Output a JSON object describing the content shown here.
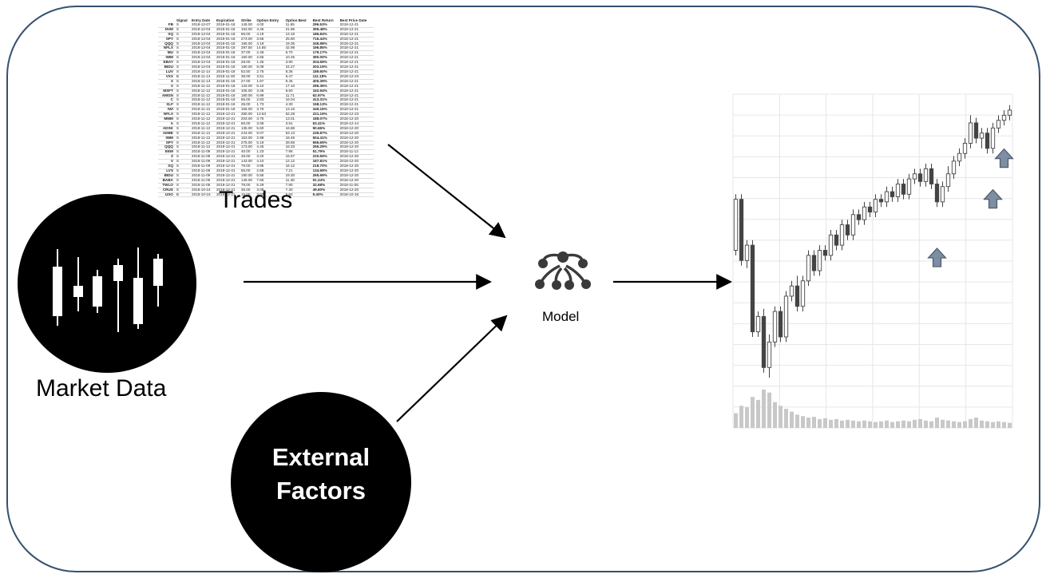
{
  "labels": {
    "trades": "Trades",
    "market_data": "Market Data",
    "model": "Model",
    "external_factors_line1": "External",
    "external_factors_line2": "Factors"
  },
  "trades_table": {
    "headers": [
      "",
      "Signal",
      "Entry Date",
      "Expiration",
      "Strike",
      "Option Entry",
      "Option Best",
      "Best Return",
      "Best Price Date"
    ],
    "rows": [
      [
        "FB",
        "S",
        "2018-12-07",
        "2019-01-18",
        "145.00",
        "4.00",
        "11.85",
        "296.53%",
        "2018-12-21"
      ],
      [
        "NVM",
        "S",
        "2018-12-04",
        "2019-01-18",
        "153.00",
        "4.45",
        "21.85",
        "395.48%",
        "2018-12-21"
      ],
      [
        "SQ",
        "S",
        "2018-12-04",
        "2019-01-18",
        "65.00",
        "4.19",
        "13.18",
        "186.84%",
        "2018-12-21"
      ],
      [
        "SPY",
        "S",
        "2018-12-04",
        "2019-01-18",
        "273.00",
        "3.65",
        "25.80",
        "716.44%",
        "2018-12-21"
      ],
      [
        "QQQ",
        "S",
        "2018-12-04",
        "2019-01-18",
        "165.00",
        "4.18",
        "19.35",
        "345.98%",
        "2018-12-21"
      ],
      [
        "NFLX",
        "S",
        "2018-12-04",
        "2019-01-18",
        "287.50",
        "14.65",
        "42.98",
        "196.85%",
        "2018-12-21"
      ],
      [
        "MU",
        "S",
        "2018-12-04",
        "2019-01-18",
        "37.00",
        "2.49",
        "6.70",
        "179.17%",
        "2018-12-21"
      ],
      [
        "IWM",
        "S",
        "2018-12-04",
        "2019-01-18",
        "150.00",
        "2.65",
        "10.45",
        "390.00%",
        "2018-12-21"
      ],
      [
        "EBAY",
        "S",
        "2018-12-04",
        "2019-01-18",
        "28.00",
        "1.25",
        "3.90",
        "204.59%",
        "2018-12-21"
      ],
      [
        "BIDU",
        "S",
        "2018-12-04",
        "2019-01-18",
        "180.00",
        "8.09",
        "24.27",
        "203.19%",
        "2018-12-21"
      ],
      [
        "LUV",
        "S",
        "2018-11-14",
        "2019-01-18",
        "52.50",
        "2.75",
        "8.36",
        "189.60%",
        "2018-12-21"
      ],
      [
        "VXX",
        "B",
        "2018-11-14",
        "2019-11-30",
        "38.00",
        "3.61",
        "6.47",
        "111.18%",
        "2018-12-23"
      ],
      [
        "X",
        "S",
        "2018-11-13",
        "2019-01-18",
        "27.00",
        "1.67",
        "8.45",
        "405.39%",
        "2018-12-21"
      ],
      [
        "V",
        "S",
        "2018-11-12",
        "2019-01-18",
        "133.00",
        "5.10",
        "17.10",
        "286.36%",
        "2018-12-21"
      ],
      [
        "MSFT",
        "S",
        "2018-11-12",
        "2019-01-18",
        "105.00",
        "3.46",
        "8.50",
        "152.94%",
        "2018-12-21"
      ],
      [
        "AMGN",
        "S",
        "2018-11-12",
        "2019-01-18",
        "180.00",
        "6.99",
        "11.71",
        "62.97%",
        "2018-12-21"
      ],
      [
        "C",
        "S",
        "2018-11-12",
        "2019-01-18",
        "65.00",
        "2.83",
        "16.04",
        "413.31%",
        "2018-12-21"
      ],
      [
        "XLF",
        "S",
        "2018-11-12",
        "2019-01-18",
        "28.00",
        "1.73",
        "4.30",
        "158.13%",
        "2018-12-21"
      ],
      [
        "IWI",
        "S",
        "2018-11-12",
        "2019-01-18",
        "156.00",
        "3.76",
        "13.16",
        "349.16%",
        "2018-12-21"
      ],
      [
        "NFLX",
        "S",
        "2018-11-12",
        "2019-12-21",
        "280.00",
        "13.53",
        "62.28",
        "221.19%",
        "2018-12-23"
      ],
      [
        "MMM",
        "S",
        "2018-11-12",
        "2019-12-21",
        "203.00",
        "3.75",
        "13.01",
        "188.07%",
        "2018-12-20"
      ],
      [
        "A",
        "S",
        "2018-11-12",
        "2019-12-21",
        "65.00",
        "3.06",
        "3.91",
        "63.41%",
        "2018-12-14"
      ],
      [
        "ADSK",
        "S",
        "2018-11-12",
        "2019-12-21",
        "135.00",
        "5.60",
        "16.86",
        "90.66%",
        "2018-12-20"
      ],
      [
        "ADBE",
        "S",
        "2018-11-12",
        "2019-12-21",
        "243.00",
        "9.07",
        "53.13",
        "235.87%",
        "2018-12-20"
      ],
      [
        "IWM",
        "S",
        "2018-11-12",
        "2019-12-21",
        "153.00",
        "2.98",
        "18.46",
        "504.41%",
        "2018-12-20"
      ],
      [
        "SPY",
        "S",
        "2018-11-12",
        "2019-12-21",
        "275.00",
        "5.19",
        "28.86",
        "656.69%",
        "2018-12-20"
      ],
      [
        "QQQ",
        "S",
        "2018-11-12",
        "2019-12-21",
        "173.00",
        "4.45",
        "18.33",
        "265.29%",
        "2018-12-20"
      ],
      [
        "EEM",
        "S",
        "2018-11-09",
        "2019-12-21",
        "40.00",
        "1.23",
        "7.96",
        "51.79%",
        "2018-11-12"
      ],
      [
        "Z",
        "S",
        "2018-11-09",
        "2019-12-21",
        "48.00",
        "3.20",
        "15.67",
        "220.55%",
        "2018-12-20"
      ],
      [
        "V",
        "S",
        "2018-11-09",
        "2019-12-21",
        "143.00",
        "4.10",
        "12.12",
        "187.81%",
        "2018-12-20"
      ],
      [
        "SQ",
        "S",
        "2018-11-09",
        "2019-12-21",
        "78.00",
        "3.95",
        "16.12",
        "218.70%",
        "2018-12-20"
      ],
      [
        "LVS",
        "S",
        "2018-11-09",
        "2019-12-21",
        "55.00",
        "2.68",
        "7.21",
        "134.69%",
        "2018-12-20"
      ],
      [
        "BIDU",
        "S",
        "2018-11-09",
        "2019-12-21",
        "190.00",
        "5.55",
        "19.30",
        "265.99%",
        "2018-12-20"
      ],
      [
        "BABA",
        "S",
        "2018-11-05",
        "2019-12-21",
        "145.00",
        "7.65",
        "11.38",
        "91.24%",
        "2018-12-20"
      ],
      [
        "TWLO",
        "S",
        "2018-11-05",
        "2019-12-21",
        "78.00",
        "5.29",
        "7.90",
        "32.68%",
        "2018-11-05"
      ],
      [
        "CRUS",
        "S",
        "2018-10-24",
        "2019-12-21",
        "35.00",
        "3.08",
        "7.30",
        "49.60%",
        "2018-12-20"
      ],
      [
        "USO",
        "B",
        "2018-10-16",
        "2019-12-21",
        "16.00",
        "3.03",
        "5.50",
        "9.40%",
        "2018-10-16"
      ]
    ]
  },
  "colors": {
    "frame": "#35506e",
    "arrow": "#000000",
    "up_arrow_fill": "#7d8ea3",
    "up_arrow_stroke": "#4a5a6e",
    "candle": "#444444",
    "volume": "#c8c8c8",
    "grid": "#e6e6e6"
  },
  "icons": {
    "market_data": "candlestick-icon",
    "model": "network-tree-icon"
  },
  "stock_chart": {
    "candles": [
      [
        60,
        80,
        58,
        82
      ],
      [
        80,
        56,
        54,
        82
      ],
      [
        56,
        62,
        53,
        64
      ],
      [
        62,
        28,
        26,
        64
      ],
      [
        28,
        34,
        26,
        36
      ],
      [
        34,
        14,
        12,
        37
      ],
      [
        14,
        24,
        10,
        27
      ],
      [
        24,
        36,
        22,
        38
      ],
      [
        36,
        26,
        24,
        38
      ],
      [
        26,
        42,
        24,
        44
      ],
      [
        42,
        46,
        40,
        48
      ],
      [
        46,
        38,
        36,
        50
      ],
      [
        38,
        48,
        36,
        50
      ],
      [
        48,
        58,
        46,
        60
      ],
      [
        58,
        52,
        50,
        60
      ],
      [
        52,
        60,
        50,
        62
      ],
      [
        60,
        58,
        56,
        62
      ],
      [
        58,
        66,
        56,
        68
      ],
      [
        66,
        62,
        60,
        68
      ],
      [
        62,
        70,
        60,
        72
      ],
      [
        70,
        66,
        64,
        72
      ],
      [
        66,
        74,
        64,
        76
      ],
      [
        74,
        72,
        70,
        76
      ],
      [
        72,
        77,
        70,
        79
      ],
      [
        77,
        75,
        73,
        79
      ],
      [
        75,
        80,
        73,
        82
      ],
      [
        80,
        79,
        77,
        82
      ],
      [
        79,
        83,
        77,
        85
      ],
      [
        83,
        81,
        79,
        85
      ],
      [
        81,
        86,
        79,
        88
      ],
      [
        86,
        82,
        80,
        88
      ],
      [
        82,
        88,
        80,
        90
      ],
      [
        88,
        90,
        86,
        92
      ],
      [
        90,
        87,
        85,
        92
      ],
      [
        87,
        92,
        85,
        94
      ],
      [
        92,
        86,
        84,
        94
      ],
      [
        86,
        79,
        77,
        88
      ],
      [
        79,
        85,
        77,
        87
      ],
      [
        85,
        90,
        83,
        93
      ],
      [
        90,
        95,
        88,
        97
      ],
      [
        95,
        98,
        93,
        100
      ],
      [
        98,
        102,
        96,
        104
      ],
      [
        102,
        110,
        100,
        113
      ],
      [
        110,
        104,
        102,
        112
      ],
      [
        104,
        106,
        100,
        108
      ],
      [
        106,
        100,
        98,
        108
      ],
      [
        100,
        108,
        98,
        110
      ],
      [
        108,
        111,
        106,
        113
      ],
      [
        111,
        113,
        109,
        115
      ],
      [
        113,
        115,
        111,
        117
      ]
    ],
    "volumes": [
      20,
      30,
      28,
      42,
      38,
      52,
      48,
      35,
      30,
      26,
      22,
      18,
      16,
      14,
      15,
      12,
      13,
      11,
      12,
      10,
      11,
      10,
      9,
      10,
      9,
      8,
      9,
      10,
      8,
      9,
      10,
      9,
      11,
      12,
      10,
      9,
      14,
      11,
      10,
      9,
      8,
      9,
      12,
      14,
      10,
      9,
      8,
      9,
      8,
      7
    ],
    "up_markers": [
      [
        36.5,
        57
      ],
      [
        46.5,
        80
      ],
      [
        48.5,
        96
      ]
    ]
  }
}
